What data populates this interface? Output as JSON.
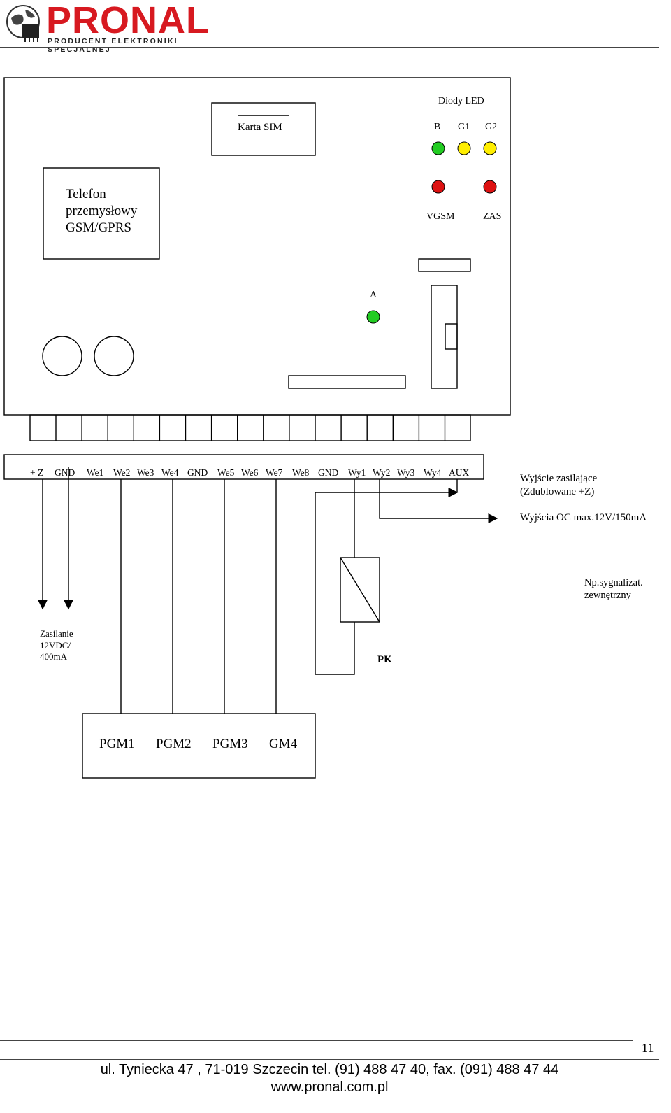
{
  "header": {
    "brand": "PRONAL",
    "tagline": "PRODUCENT ELEKTRONIKI SPECJALNEJ",
    "colors": {
      "brand_red": "#d71920",
      "led_green": "#22cc22",
      "led_yellow": "#ffee00",
      "led_red": "#dd1111"
    }
  },
  "board": {
    "sim_label": "Karta SIM",
    "phone_label": [
      "Telefon",
      "przemysłowy",
      "GSM/GPRS"
    ],
    "led_title": "Diody LED",
    "led_top": [
      "B",
      "G1",
      "G2"
    ],
    "led_bottom": [
      "VGSM",
      "ZAS"
    ],
    "led_a": "A"
  },
  "terminals": [
    "+ Z",
    "GND",
    "We1",
    "We2",
    "We3",
    "We4",
    "GND",
    "We5",
    "We6",
    "We7",
    "We8",
    "GND",
    "Wy1",
    "Wy2",
    "Wy3",
    "Wy4",
    "AUX"
  ],
  "annotations": {
    "power_output": [
      "Wyjście zasilające",
      "(Zdublowane +Z)"
    ],
    "oc_outputs": "Wyjścia OC max.12V/150mA",
    "signaller": [
      "Np.sygnalizat.",
      "zewnętrzny"
    ],
    "supply": [
      "Zasilanie",
      "12VDC/",
      "400mA"
    ],
    "relay": "PK"
  },
  "pgm": [
    "PGM1",
    "PGM2",
    "PGM3",
    "GM4"
  ],
  "footer": {
    "page_number": "11",
    "address": "ul. Tyniecka 47 , 71-019 Szczecin tel. (91) 488 47 40, fax. (091) 488 47 44",
    "website": "www.pronal.com.pl"
  }
}
